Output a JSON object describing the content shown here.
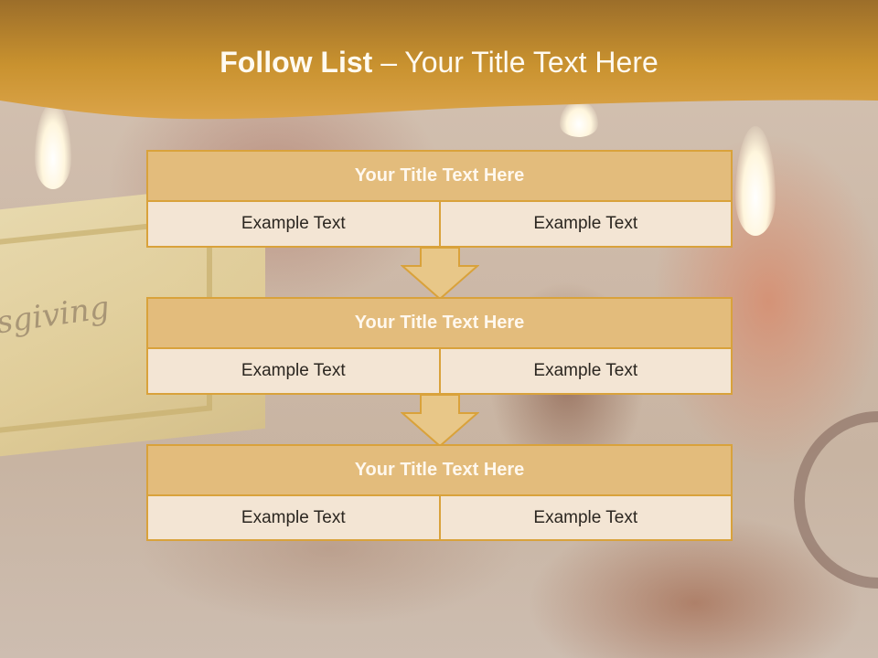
{
  "slide": {
    "title_lead": "Follow List",
    "title_rest": "– Your Title Text Here",
    "background_text": "sgiving"
  },
  "blocks": [
    {
      "title": "Your Title Text Here",
      "cells": [
        "Example Text",
        "Example Text"
      ]
    },
    {
      "title": "Your Title Text Here",
      "cells": [
        "Example Text",
        "Example Text"
      ]
    },
    {
      "title": "Your Title Text Here",
      "cells": [
        "Example Text",
        "Example Text"
      ]
    }
  ],
  "colors": {
    "header_band": "#c9922f",
    "block_title_fill": "#e3bc7c",
    "block_border": "#d9a23b",
    "cell_fill": "#f3e5d4",
    "arrow_fill": "#e8c788"
  }
}
